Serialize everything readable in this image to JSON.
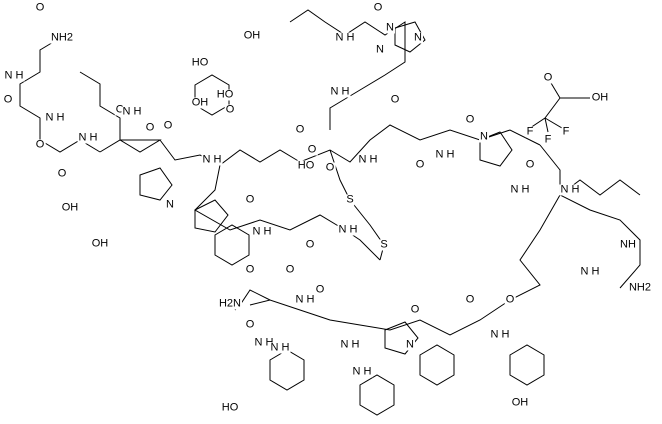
{
  "molecule": {
    "atom_labels": [
      "NH2",
      "O",
      "N H",
      "O",
      "N H",
      "O",
      "N H",
      "OH",
      "O",
      "O",
      "OH",
      "O",
      "N H",
      "OH",
      "HO",
      "O",
      "N H",
      "O",
      "OH",
      "N",
      "N H",
      "O",
      "N H",
      "O",
      "N",
      "O",
      "O",
      "HO",
      "N",
      "O",
      "N H",
      "O",
      "O",
      "N H",
      "N",
      "HO",
      "O",
      "N H",
      "S",
      "S",
      "O",
      "N H",
      "N",
      "O",
      "N H",
      "O",
      "N H",
      "NH",
      "N H",
      "NH2",
      "H2N",
      "O",
      "N H",
      "O",
      "N H",
      "O",
      "N H",
      "N H",
      "N H",
      "O",
      "N",
      "O",
      "N H",
      "O",
      "HO",
      "OH"
    ],
    "counter_ion": {
      "labels": [
        "O",
        "OH",
        "F",
        "F",
        "F"
      ]
    }
  }
}
